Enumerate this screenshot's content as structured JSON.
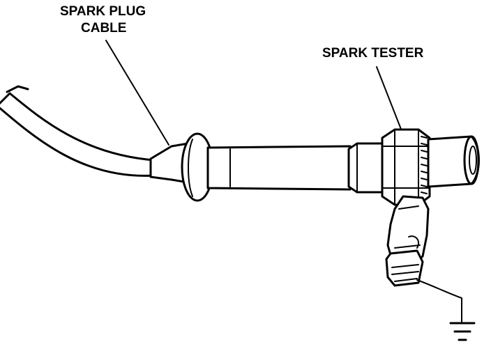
{
  "labels": {
    "spark_plug_cable_line1": "SPARK PLUG",
    "spark_plug_cable_line2": "CABLE",
    "spark_tester": "SPARK TESTER"
  },
  "colors": {
    "ink": "#000000",
    "background": "#ffffff"
  }
}
